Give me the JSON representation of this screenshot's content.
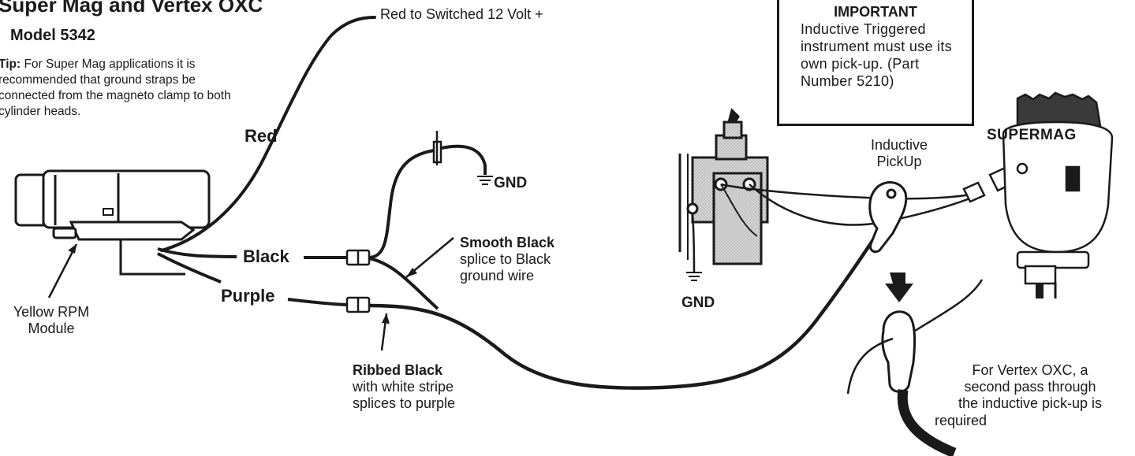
{
  "title": "Super Mag and Vertex OXC",
  "model": "Model 5342",
  "tip": {
    "label": "Tip:",
    "text": "For Super Mag applications it is recommended that ground straps be connected from the magneto clamp to both cylinder heads."
  },
  "labels": {
    "red_switched": "Red to Switched 12 Volt +",
    "red": "Red",
    "black": "Black",
    "purple": "Purple",
    "gnd_top": "GND",
    "gnd_bottom": "GND",
    "yellow_rpm_line1": "Yellow RPM",
    "yellow_rpm_line2": "Module",
    "smooth_black_bold": "Smooth Black",
    "smooth_black_line2": "splice to Black",
    "smooth_black_line3": "ground wire",
    "ribbed_black_bold": "Ribbed Black",
    "ribbed_black_line2": "with white stripe",
    "ribbed_black_line3": "splices to purple",
    "inductive_line1": "Inductive",
    "inductive_line2": "PickUp",
    "supermag": "SUPERMAG",
    "vertex_line1": "For Vertex OXC, a",
    "vertex_line2": "second pass through",
    "vertex_line3": "the inductive  pick-up is",
    "vertex_line4": "required"
  },
  "important_box": {
    "heading": "IMPORTANT",
    "text": "Inductive Triggered instrument must use its own  pick-up. (Part Number 5210)"
  }
}
